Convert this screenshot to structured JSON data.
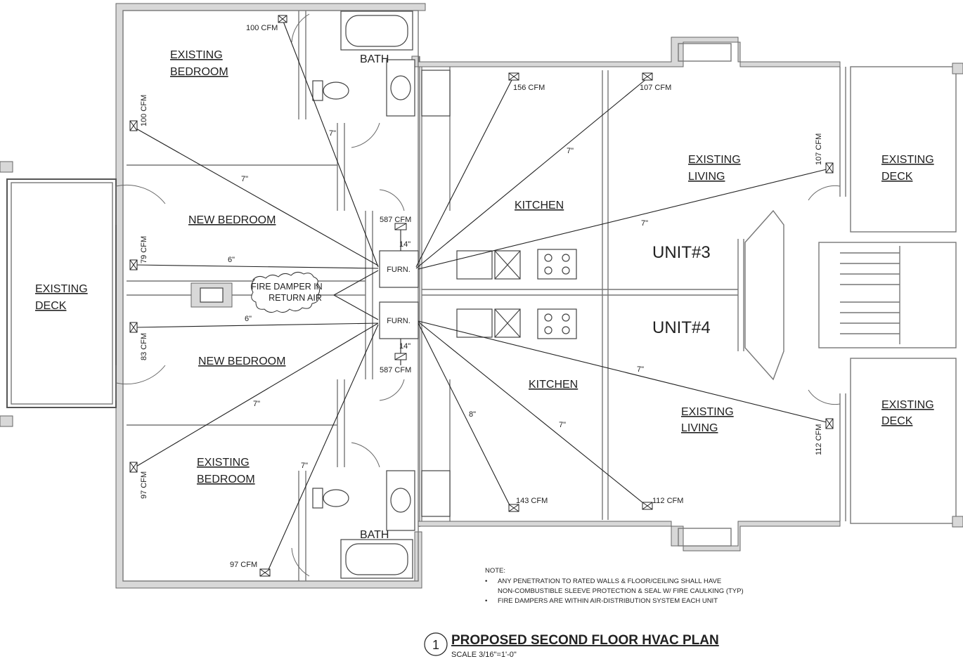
{
  "rooms": {
    "existing_bedroom_top": [
      "EXISTING",
      "BEDROOM"
    ],
    "bath_top": "BATH",
    "new_bedroom_top": "NEW BEDROOM",
    "new_bedroom_bottom": "NEW BEDROOM",
    "existing_bedroom_bottom": [
      "EXISTING",
      "BEDROOM"
    ],
    "bath_bottom": "BATH",
    "existing_deck_left": [
      "EXISTING",
      "DECK"
    ],
    "kitchen_top": "KITCHEN",
    "kitchen_bottom": "KITCHEN",
    "existing_living_top": [
      "EXISTING",
      "LIVING"
    ],
    "existing_living_bottom": [
      "EXISTING",
      "LIVING"
    ],
    "existing_deck_right_top": [
      "EXISTING",
      "DECK"
    ],
    "existing_deck_right_bottom": [
      "EXISTING",
      "DECK"
    ]
  },
  "units": {
    "upper": "UNIT#3",
    "lower": "UNIT#4"
  },
  "furnaces": {
    "upper": "FURN.",
    "lower": "FURN."
  },
  "fire_damper": [
    "FIRE DAMPER IN",
    "RETURN AIR"
  ],
  "registers": {
    "bath_top": "100 CFM",
    "bedroom_top": "100 CFM",
    "kitchen_top": "156 CFM",
    "living_top_a": "107 CFM",
    "living_top_b": "107 CFM",
    "new_bedroom_top": "79 CFM",
    "new_bedroom_bottom": "83 CFM",
    "bedroom_bottom": "97 CFM",
    "bath_bottom": "97 CFM",
    "kitchen_bottom": "143 CFM",
    "living_bottom_a": "112 CFM",
    "living_bottom_b": "112 CFM",
    "return_top": "587 CFM",
    "return_bottom": "587 CFM"
  },
  "duct_sizes": {
    "bedroom_top": "7\"",
    "bath_top": "7\"",
    "kitchen_top": "7\"",
    "living_top": "7\"",
    "new_bedroom_top": "6\"",
    "new_bedroom_bottom": "6\"",
    "return_top": "14\"",
    "return_bottom": "14\"",
    "bedroom_bottom": "7\"",
    "bath_bottom": "7\"",
    "kitchen_bottom": "8\"",
    "living_bottom_a": "7\"",
    "living_bottom_b": "7\""
  },
  "notes": {
    "heading": "NOTE:",
    "items": [
      "ANY PENETRATION TO RATED WALLS & FLOOR/CEILING SHALL HAVE",
      "NON-COMBUSTIBLE SLEEVE PROTECTION & SEAL W/ FIRE CAULKING (TYP)",
      "FIRE DAMPERS ARE WITHIN AIR-DISTRIBUTION SYSTEM EACH UNIT"
    ]
  },
  "title_block": {
    "number": "1",
    "title": "PROPOSED SECOND FLOOR HVAC PLAN",
    "scale": "SCALE 3/16\"=1'-0\""
  }
}
